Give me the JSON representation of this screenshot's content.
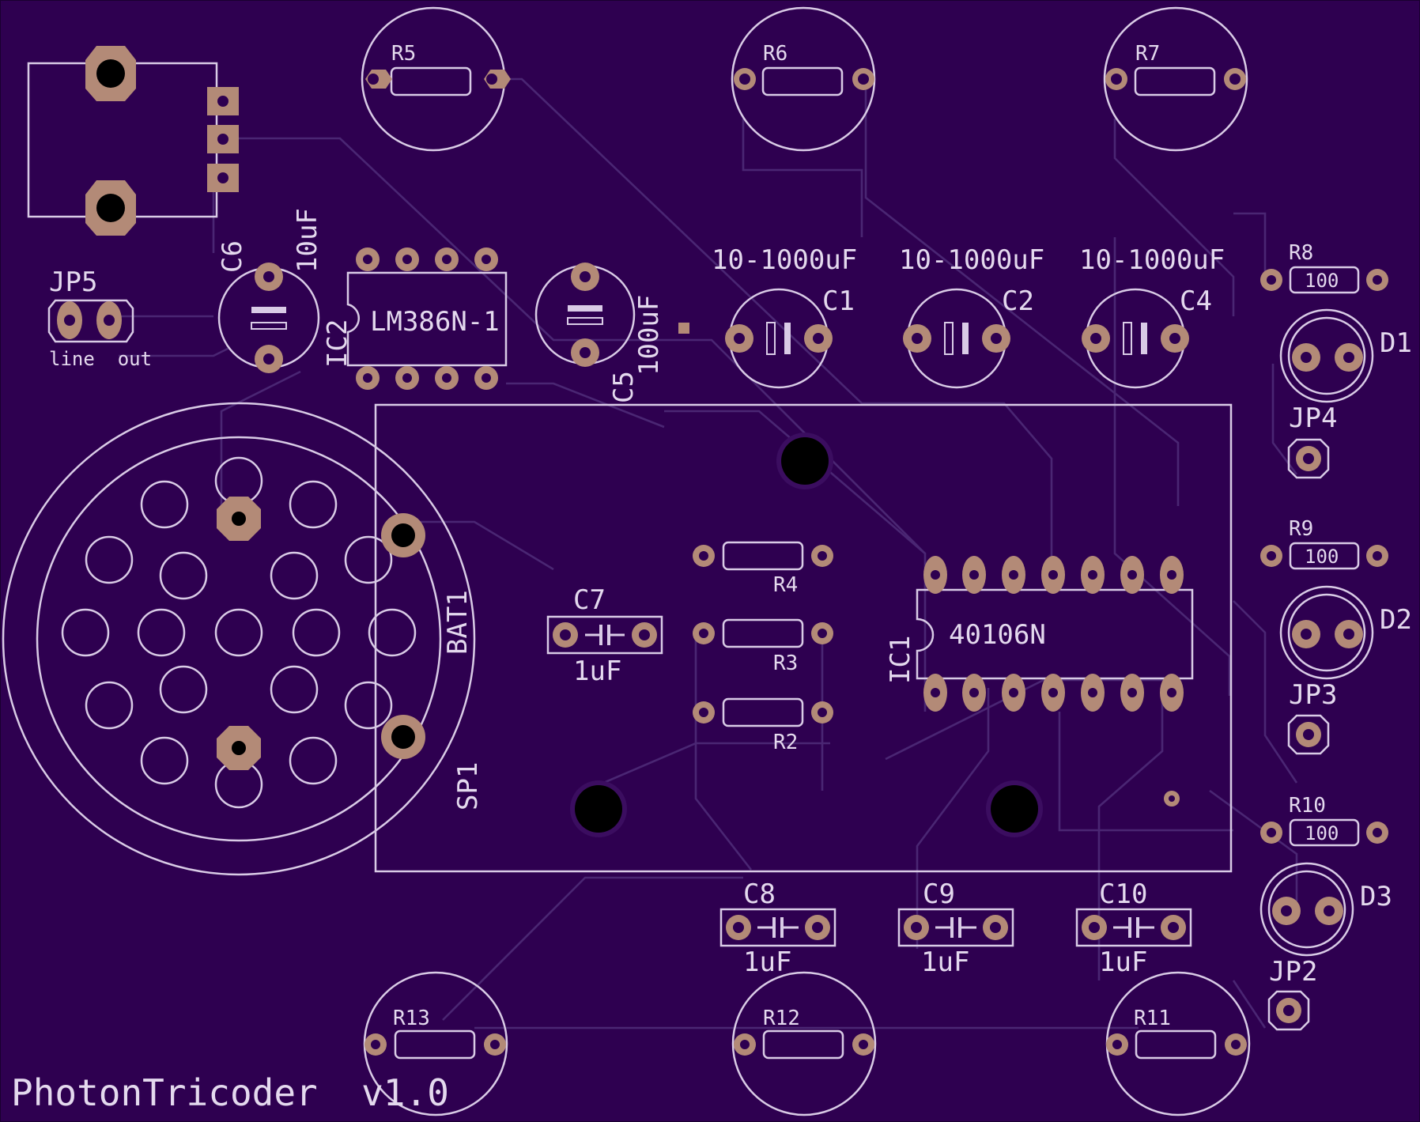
{
  "board": {
    "title": "PhotonTricoder  v1.0",
    "colors": {
      "pcb": "#2e0050",
      "silkscreen": "#d9cbe6",
      "copper_pad": "#b38a77",
      "trace": "#4a2673",
      "drill": "#000000"
    }
  },
  "labels": {
    "jp5": "JP5",
    "line_out": "line  out",
    "c6": "C6",
    "c6_value": "10uF",
    "ic2": "IC2",
    "ic2_part": "LM386N-1",
    "c5": "C5",
    "c5_value": "100uF",
    "c1_value": "10-1000uF",
    "c2_value": "10-1000uF",
    "c4_value": "10-1000uF",
    "c1": "C1",
    "c2": "C2",
    "c4": "C4",
    "r5": "R5",
    "r6": "R6",
    "r7": "R7",
    "r8": "R8",
    "r8_value": "100",
    "r9": "R9",
    "r9_value": "100",
    "r10": "R10",
    "r10_value": "100",
    "d1": "D1",
    "d2": "D2",
    "d3": "D3",
    "jp4": "JP4",
    "jp3": "JP3",
    "jp2": "JP2",
    "bat1": "BAT1",
    "sp1": "SP1",
    "c7": "C7",
    "c7_value": "1uF",
    "r4": "R4",
    "r3": "R3",
    "r2": "R2",
    "ic1": "IC1",
    "ic1_part": "40106N",
    "c8": "C8",
    "c8_value": "1uF",
    "c9": "C9",
    "c9_value": "1uF",
    "c10": "C10",
    "c10_value": "1uF",
    "r13": "R13",
    "r12": "R12",
    "r11": "R11"
  }
}
